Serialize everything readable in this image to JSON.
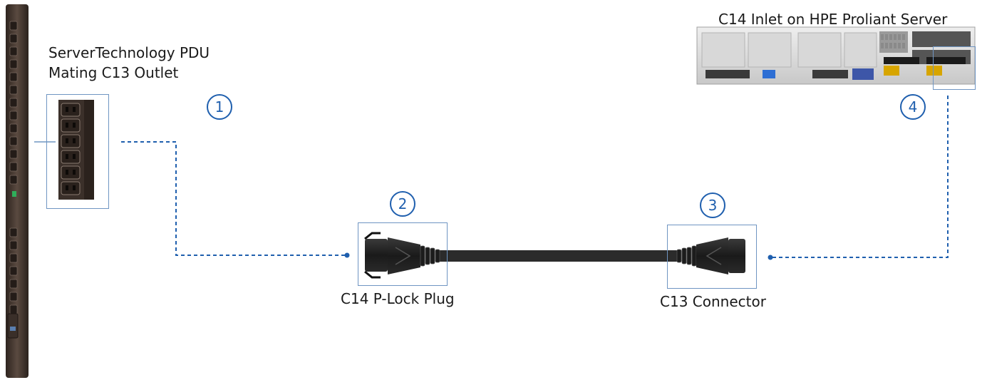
{
  "labels": {
    "pdu": [
      "ServerTechnology PDU",
      "Mating C13 Outlet"
    ],
    "server": "C14 Inlet on HPE Proliant Server",
    "plug": "C14 P-Lock Plug",
    "connector": "C13 Connector"
  },
  "callouts": [
    "1",
    "2",
    "3",
    "4"
  ],
  "colors": {
    "callout": "#1f5fae",
    "frame": "#6f95c2",
    "dashed_line": "#1f5fae",
    "cable": "#2b2b2b",
    "pdu_body": "#4a3b33"
  }
}
